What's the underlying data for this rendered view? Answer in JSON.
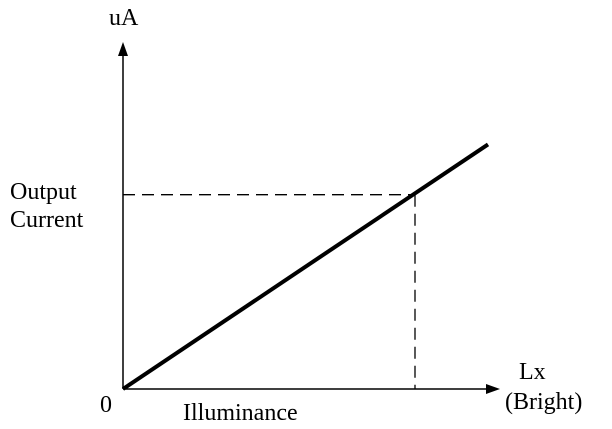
{
  "chart_data": {
    "type": "line",
    "title": "",
    "xlabel": "Illuminance",
    "ylabel_lines": [
      "Output",
      "Current"
    ],
    "x_unit_lines": [
      "Lx",
      "(Bright)"
    ],
    "y_unit": "uA",
    "origin_label": "0",
    "x": [
      0,
      100
    ],
    "series": [
      {
        "values": [
          0,
          73
        ]
      }
    ],
    "reference_point": {
      "x": 80,
      "y": 58
    },
    "xlim": [
      0,
      120
    ],
    "ylim": [
      0,
      100
    ],
    "grid": false,
    "legend": "none",
    "line_color": "#000000"
  }
}
